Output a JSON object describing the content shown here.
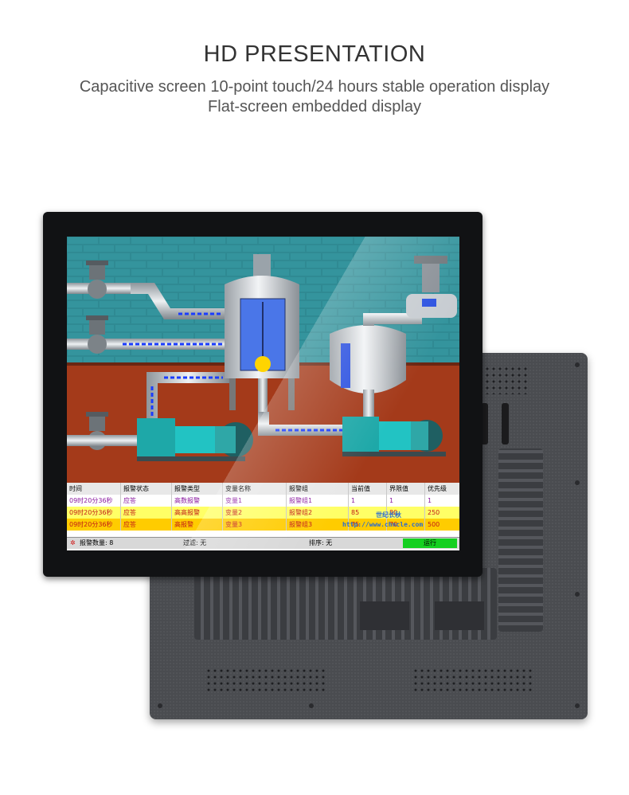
{
  "header": {
    "title": "HD PRESENTATION",
    "line1": "Capacitive screen 10-point touch/24 hours stable operation display",
    "line2": "Flat-screen embedded display"
  },
  "alarm": {
    "columns": [
      "时间",
      "报警状态",
      "报警类型",
      "变量名称",
      "报警组",
      "当前值",
      "界限值",
      "优先级"
    ],
    "rows": [
      [
        "09时20分36秒",
        "应答",
        "高数报警",
        "变量1",
        "报警组1",
        "1",
        "1",
        "1"
      ],
      [
        "09时20分36秒",
        "应答",
        "高高报警",
        "变量2",
        "报警组2",
        "85",
        "80",
        "250"
      ],
      [
        "09时20分36秒",
        "应答",
        "高报警",
        "变量3",
        "报警组3",
        "75",
        "70",
        "500"
      ]
    ],
    "status": {
      "count_label": "报警数量: 8",
      "filter_label": "过滤: 无",
      "sort_label": "排序: 无",
      "run_label": "运行"
    },
    "watermark_name": "世纪长秋",
    "watermark_url": "http://www.chncle.com"
  },
  "colors": {
    "brick": "#2f8a93",
    "floor": "#a43a1a",
    "row_yellow": "#ffff66",
    "row_orange": "#ffcc00",
    "run_green": "#14d020"
  }
}
